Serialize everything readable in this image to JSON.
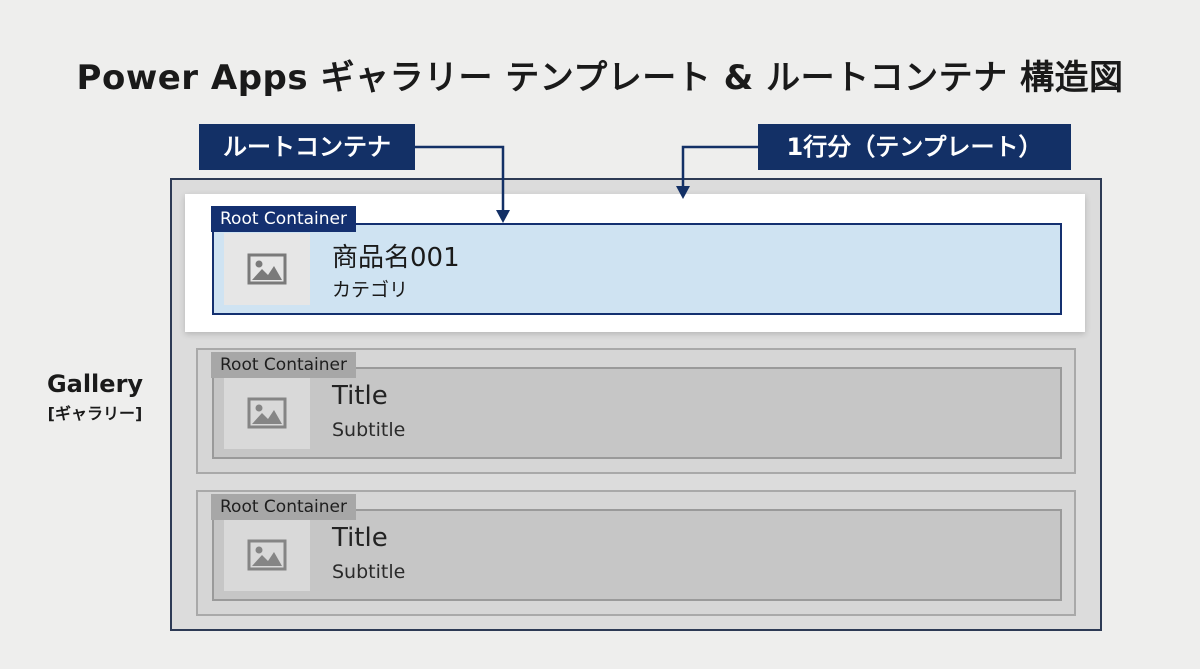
{
  "title": "Power Apps ギャラリー テンプレート & ルートコンテナ 構造図",
  "callouts": {
    "root_container": "ルートコンテナ",
    "template_row": "1行分（テンプレート）"
  },
  "gallery": {
    "label": "Gallery",
    "label_ja": "[ギャラリー]"
  },
  "rows": [
    {
      "tag": "Root Container",
      "title": "商品名001",
      "subtitle": "カテゴリ",
      "state": "selected",
      "icon": "image-icon"
    },
    {
      "tag": "Root Container",
      "title": "Title",
      "subtitle": "Subtitle",
      "state": "dim",
      "icon": "image-icon"
    },
    {
      "tag": "Root Container",
      "title": "Title",
      "subtitle": "Subtitle",
      "state": "dim",
      "icon": "image-icon"
    }
  ],
  "colors": {
    "navy": "#133066",
    "selected_fill": "#cfe3f2",
    "background": "#eeeeed"
  }
}
